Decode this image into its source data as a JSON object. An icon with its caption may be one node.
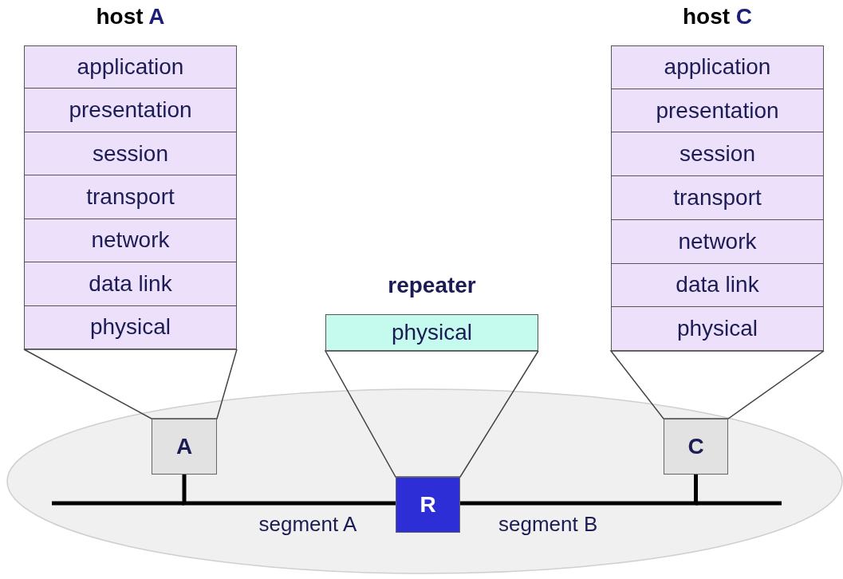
{
  "diagram": {
    "nodes": [
      {
        "text": [
          "host A"
        ]
      },
      {
        "text": [
          "application"
        ],
        "in": 0
      },
      {
        "text": [
          "presentation"
        ],
        "in": 0
      },
      {
        "text": [
          "session"
        ],
        "in": 0
      },
      {
        "text": [
          "transport"
        ],
        "in": 0
      },
      {
        "text": [
          "network"
        ],
        "in": 0
      },
      {
        "text": [
          "data link"
        ],
        "in": 0
      },
      {
        "text": [
          "physical"
        ],
        "in": 0
      },
      {
        "text": [
          "host C"
        ]
      },
      {
        "text": [
          "application"
        ],
        "in": 8
      },
      {
        "text": [
          "presentation"
        ],
        "in": 8
      },
      {
        "text": [
          "session"
        ],
        "in": 8
      },
      {
        "text": [
          "transport"
        ],
        "in": 8
      },
      {
        "text": [
          "network"
        ],
        "in": 8
      },
      {
        "text": [
          "data link"
        ],
        "in": 8
      },
      {
        "text": [
          "physical"
        ],
        "in": 8
      },
      {
        "text": [
          "repeater"
        ]
      },
      {
        "text": [
          "physical"
        ],
        "in": 16
      },
      {
        "text": [],
        "shape": "ellipse"
      },
      {
        "text": [
          "A"
        ],
        "in": 18
      },
      {
        "text": [
          "R"
        ],
        "in": 18
      },
      {
        "text": [
          "C"
        ],
        "in": 18
      }
    ],
    "edges": [
      {
        "from": 7,
        "to": 19,
        "arrow": "none"
      },
      {
        "from": 17,
        "to": 20,
        "arrow": "none"
      },
      {
        "from": 15,
        "to": 21,
        "arrow": "none"
      },
      {
        "from": 19,
        "to": 20,
        "arrow": "none",
        "label": "segment A",
        "style": "thick"
      },
      {
        "from": 20,
        "to": 21,
        "arrow": "none",
        "label": "segment B",
        "style": "thick"
      }
    ]
  }
}
